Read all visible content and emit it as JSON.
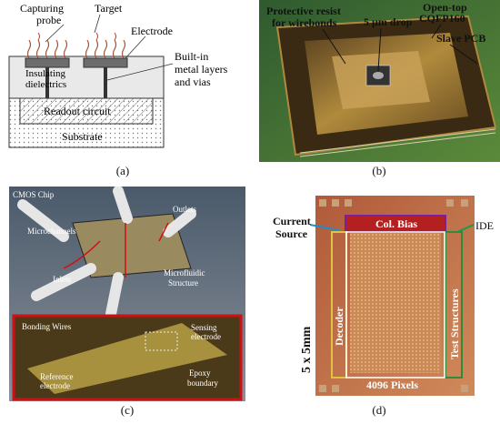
{
  "panels": {
    "a": {
      "caption": "(a)",
      "labels": {
        "capturing_probe": [
          "Capturing",
          "probe"
        ],
        "target": "Target",
        "electrode": "Electrode",
        "insulating": [
          "Insulating",
          "dielectrics"
        ],
        "builtin": [
          "Built-in",
          "metal layers",
          "and vias"
        ],
        "readout": "Readout circuit",
        "substrate": "Substrate"
      }
    },
    "b": {
      "caption": "(b)",
      "labels": {
        "protective": [
          "Protective resist",
          "for wirebonds"
        ],
        "drop": "5 µm drop",
        "opentop": [
          "Open-top",
          "CQFP160"
        ],
        "slave": "Slave PCB"
      }
    },
    "c": {
      "caption": "(c)",
      "labels": {
        "cmos": "CMOS Chip",
        "microchannels": "Microchannels",
        "outlets": "Outlets",
        "inlets": "Inlets",
        "microfluidic": [
          "Microfluidic",
          "Structure"
        ],
        "bonding": "Bonding Wires",
        "sensing": [
          "Sensing",
          "electrode"
        ],
        "reference": [
          "Reference",
          "electrode"
        ],
        "epoxy": [
          "Epoxy",
          "boundary"
        ]
      }
    },
    "d": {
      "caption": "(d)",
      "labels": {
        "current_source": [
          "Current",
          "Source"
        ],
        "colbias": "Col. Bias",
        "ide": "IDE",
        "decoder": "Decoder",
        "test": "Test Structures",
        "pixels": "4096 Pixels",
        "size": "5 x 5mm"
      }
    }
  },
  "colors": {
    "colbias_box": "#7a1fa2",
    "current_source_arrow": "#1a8fd0",
    "ide_arrow": "#1a9a4a",
    "decoder_box": "#e0c341",
    "test_box": "#2f8a3a",
    "pixel_box": "#ffffff"
  }
}
